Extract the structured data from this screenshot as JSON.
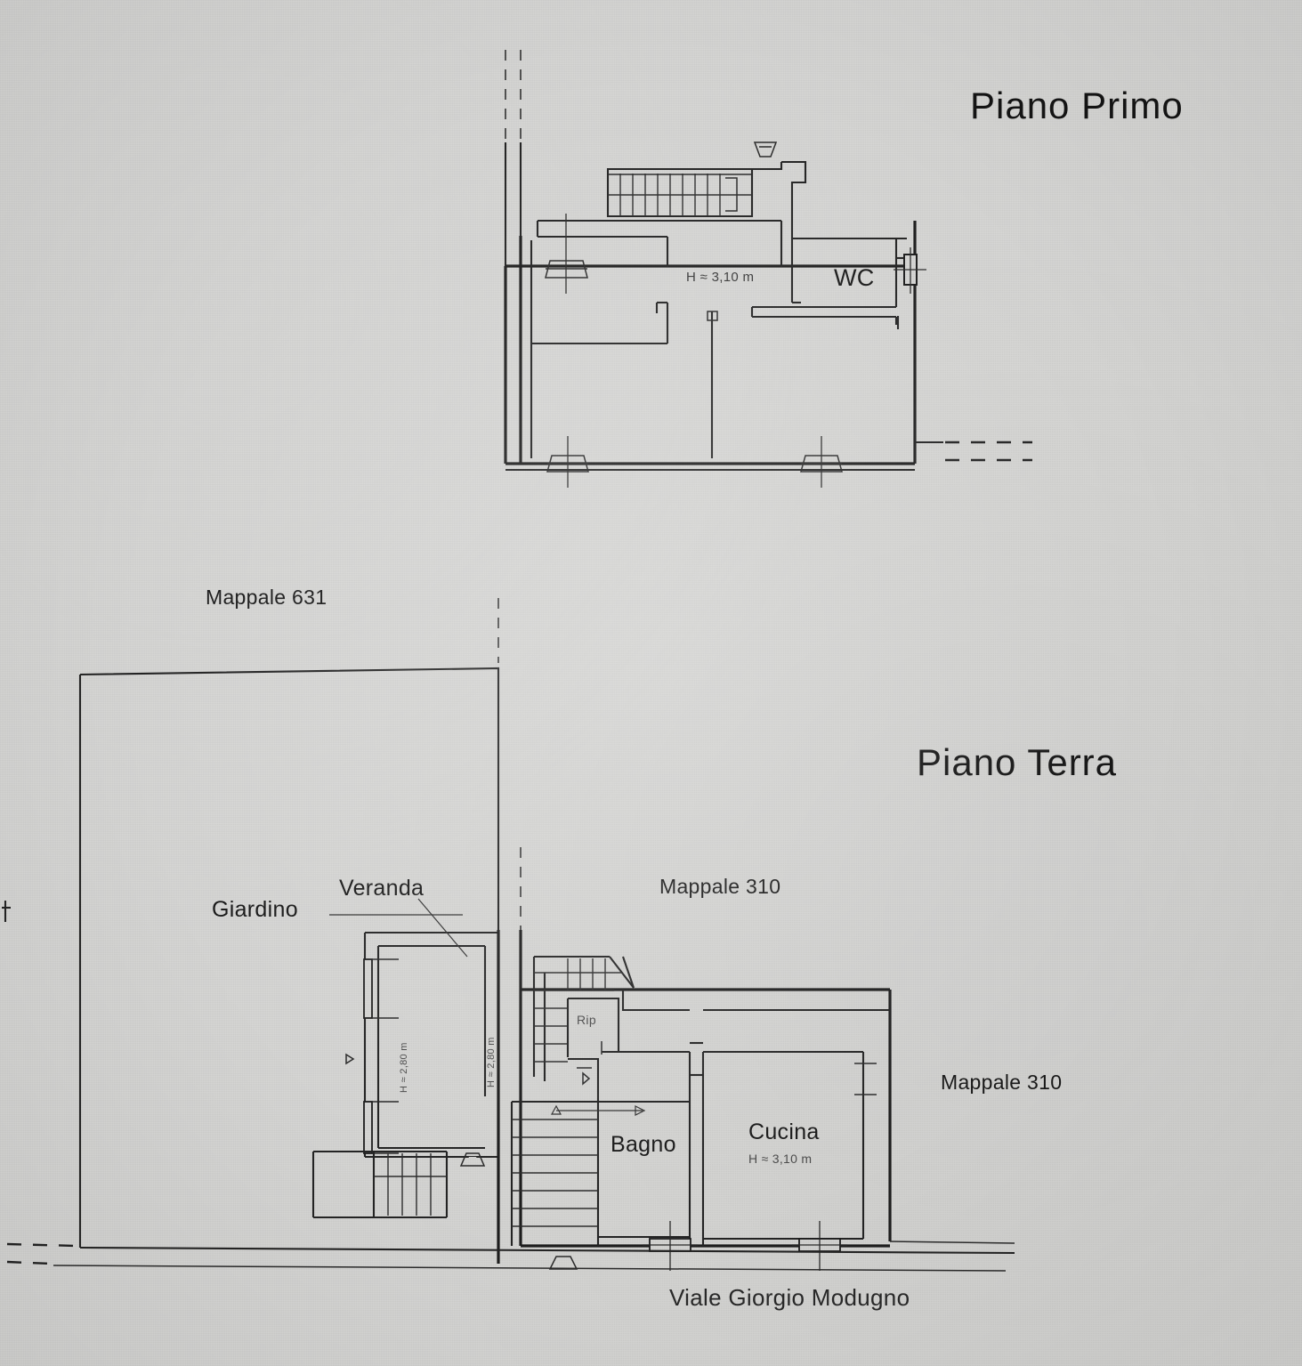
{
  "document": {
    "type": "floor-plan",
    "language": "it",
    "paper_color": "#d7d7d5",
    "ink_color": "#1a1a1a"
  },
  "upper_floor": {
    "title": "Piano Primo",
    "height_note": "H ≈ 3,10 m",
    "rooms": [
      {
        "label": "WC"
      }
    ]
  },
  "ground_floor": {
    "title": "Piano Terra",
    "parcels": [
      {
        "label": "Mappale 631"
      },
      {
        "label": "Mappale 310"
      },
      {
        "label": "Mappale 310"
      }
    ],
    "outdoor": [
      {
        "label": "Giardino"
      },
      {
        "label": "Veranda"
      }
    ],
    "rooms": [
      {
        "label": "Rip"
      },
      {
        "label": "Bagno"
      },
      {
        "label": "Cucina",
        "height_note": "H ≈ 3,10 m"
      }
    ],
    "height_notes": [
      {
        "label": "H ≈ 2,80 m"
      },
      {
        "label": "H ≈ 2,80 m"
      }
    ],
    "street": "Viale Giorgio Modugno"
  }
}
